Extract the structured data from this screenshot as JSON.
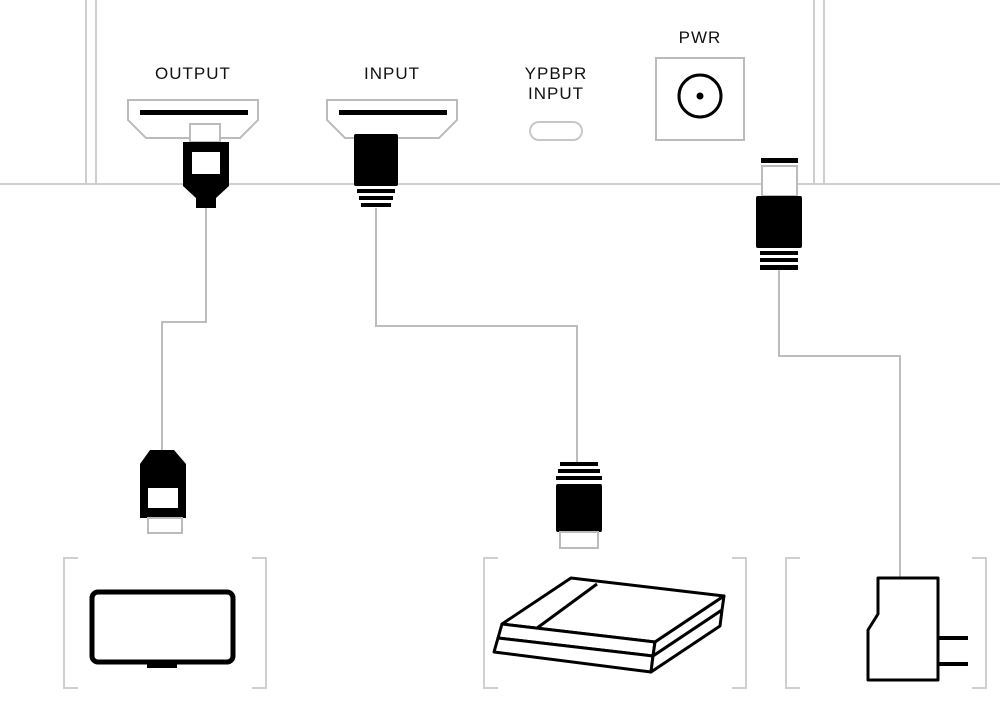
{
  "ports": {
    "output": {
      "label": "OUTPUT"
    },
    "input": {
      "label": "INPUT"
    },
    "ypbpr": {
      "label_line1": "YPBPR",
      "label_line2": "INPUT"
    },
    "power": {
      "label": "PWR"
    }
  },
  "colors": {
    "stroke": "#000000",
    "line": "#bdbdbd",
    "bracket": "#cfcfcf",
    "panel": "#d6d6d6"
  }
}
